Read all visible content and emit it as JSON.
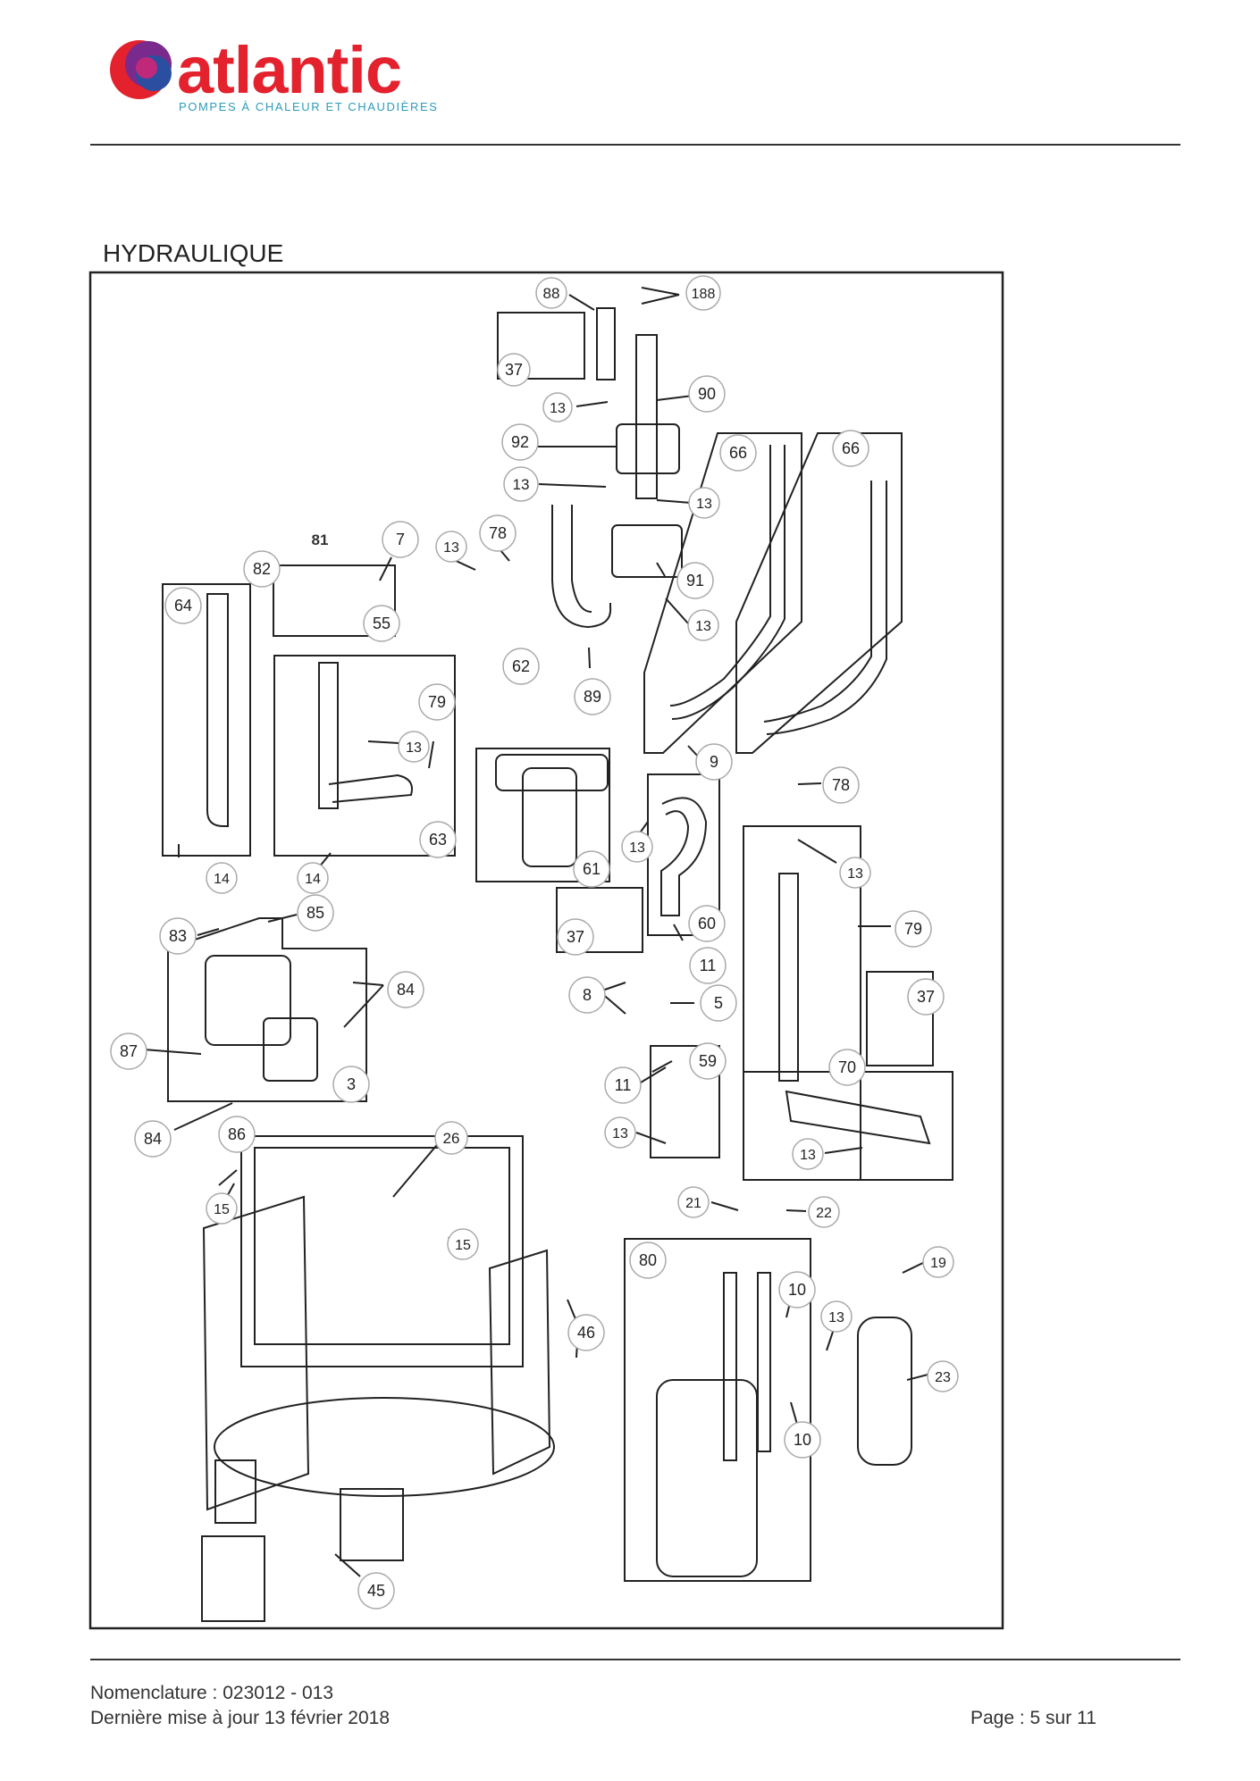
{
  "header": {
    "brand": "atlantic",
    "tagline": "POMPES À CHALEUR ET CHAUDIÈRES"
  },
  "section_title": "HYDRAULIQUE",
  "callouts": [
    {
      "id": "c88",
      "label": "88"
    },
    {
      "id": "c188",
      "label": "188"
    },
    {
      "id": "c37a",
      "label": "37"
    },
    {
      "id": "c90",
      "label": "90"
    },
    {
      "id": "c13a",
      "label": "13"
    },
    {
      "id": "c92",
      "label": "92"
    },
    {
      "id": "c13b",
      "label": "13"
    },
    {
      "id": "c66a",
      "label": "66"
    },
    {
      "id": "c66b",
      "label": "66"
    },
    {
      "id": "c13c",
      "label": "13"
    },
    {
      "id": "c7",
      "label": "7"
    },
    {
      "id": "c13d",
      "label": "13"
    },
    {
      "id": "c78a",
      "label": "78"
    },
    {
      "id": "c91",
      "label": "91"
    },
    {
      "id": "c82",
      "label": "82"
    },
    {
      "id": "c13e",
      "label": "13"
    },
    {
      "id": "c64",
      "label": "64"
    },
    {
      "id": "c55",
      "label": "55"
    },
    {
      "id": "c62",
      "label": "62"
    },
    {
      "id": "c89",
      "label": "89"
    },
    {
      "id": "c79a",
      "label": "79"
    },
    {
      "id": "c13f",
      "label": "13"
    },
    {
      "id": "c9",
      "label": "9"
    },
    {
      "id": "c78b",
      "label": "78"
    },
    {
      "id": "c63",
      "label": "63"
    },
    {
      "id": "c13g",
      "label": "13"
    },
    {
      "id": "c61",
      "label": "61"
    },
    {
      "id": "c13h",
      "label": "13"
    },
    {
      "id": "c14a",
      "label": "14"
    },
    {
      "id": "c14b",
      "label": "14"
    },
    {
      "id": "c85",
      "label": "85"
    },
    {
      "id": "c83",
      "label": "83"
    },
    {
      "id": "c37b",
      "label": "37"
    },
    {
      "id": "c60",
      "label": "60"
    },
    {
      "id": "c79b",
      "label": "79"
    },
    {
      "id": "c11a",
      "label": "11"
    },
    {
      "id": "c84a",
      "label": "84"
    },
    {
      "id": "c8",
      "label": "8"
    },
    {
      "id": "c5",
      "label": "5"
    },
    {
      "id": "c37c",
      "label": "37"
    },
    {
      "id": "c87",
      "label": "87"
    },
    {
      "id": "c59",
      "label": "59"
    },
    {
      "id": "c70",
      "label": "70"
    },
    {
      "id": "c3",
      "label": "3"
    },
    {
      "id": "c11b",
      "label": "11"
    },
    {
      "id": "c84b",
      "label": "84"
    },
    {
      "id": "c86",
      "label": "86"
    },
    {
      "id": "c26",
      "label": "26"
    },
    {
      "id": "c13i",
      "label": "13"
    },
    {
      "id": "c13j",
      "label": "13"
    },
    {
      "id": "c15a",
      "label": "15"
    },
    {
      "id": "c21",
      "label": "21"
    },
    {
      "id": "c22",
      "label": "22"
    },
    {
      "id": "c15b",
      "label": "15"
    },
    {
      "id": "c80",
      "label": "80"
    },
    {
      "id": "c19",
      "label": "19"
    },
    {
      "id": "c10a",
      "label": "10"
    },
    {
      "id": "c13k",
      "label": "13"
    },
    {
      "id": "c46",
      "label": "46"
    },
    {
      "id": "c23",
      "label": "23"
    },
    {
      "id": "c10b",
      "label": "10"
    },
    {
      "id": "c45",
      "label": "45"
    }
  ],
  "plain_labels": [
    {
      "id": "t81",
      "label": "81"
    }
  ],
  "footer": {
    "nomenclature": "Nomenclature : 023012 - 013",
    "updated": "Dernière mise à jour 13 février 2018",
    "page": "Page : 5 sur 11"
  },
  "colors": {
    "brand_red": "#e3222d",
    "brand_tagline": "#2d9bb8",
    "logo_purple": "#7a2a8c",
    "logo_blue": "#2a4fa0"
  }
}
